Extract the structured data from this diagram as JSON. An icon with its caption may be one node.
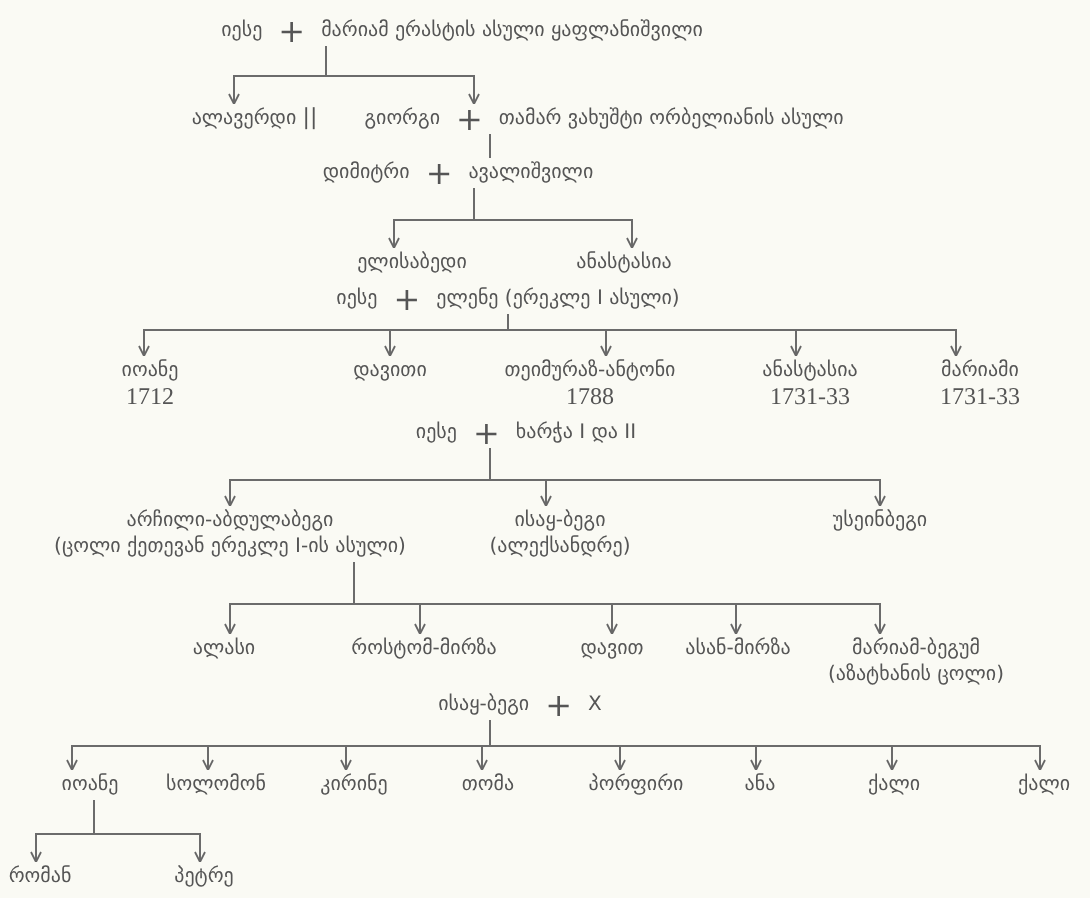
{
  "diagram": {
    "nodes": [
      {
        "text": [
          "იესე",
          "+",
          "მარიამ ერასტის ასული ყაფლანიშვილი"
        ]
      },
      {
        "text": [
          "ალავერდი"
        ]
      },
      {
        "text": [
          "გიორგი",
          "+",
          "თამარ ვახუშტი ორბელიანის ასული"
        ]
      },
      {
        "text": [
          "დიმიტრი",
          "+",
          "ავალიშვილი"
        ]
      },
      {
        "text": [
          "ელისაბედი"
        ]
      },
      {
        "text": [
          "ანასტასია"
        ]
      },
      {
        "text": [
          "იესე",
          "+",
          "ელენე (ერეკლე I ასული)"
        ]
      },
      {
        "text": [
          "იოანე",
          "1712"
        ]
      },
      {
        "text": [
          "დავითი"
        ]
      },
      {
        "text": [
          "თეიმურაზ-ანტონი",
          "1788"
        ]
      },
      {
        "text": [
          "ანასტასია",
          "1731-33"
        ]
      },
      {
        "text": [
          "მარიამი",
          "1731-33"
        ]
      },
      {
        "text": [
          "იესე",
          "+",
          "ხარჭა I და II"
        ]
      },
      {
        "text": [
          "არჩილი-აბდულაბეგი",
          "(ცოლი ქეთევან ერეკლე I-ის ასული)"
        ]
      },
      {
        "text": [
          "ისაყ-ბეგი",
          "(ალექსანდრე)"
        ]
      },
      {
        "text": [
          "უსეინბეგი"
        ]
      },
      {
        "text": [
          "ალასი"
        ]
      },
      {
        "text": [
          "როსტომ-მირზა"
        ]
      },
      {
        "text": [
          "დავით"
        ]
      },
      {
        "text": [
          "ასან-მირზა"
        ]
      },
      {
        "text": [
          "მარიამ-ბეგუმ",
          "(აზატხანის ცოლი)"
        ]
      },
      {
        "text": [
          "ისაყ-ბეგი",
          "+",
          "X"
        ]
      },
      {
        "text": [
          "იოანე"
        ]
      },
      {
        "text": [
          "სოლომონ"
        ]
      },
      {
        "text": [
          "კირინე"
        ]
      },
      {
        "text": [
          "თომა"
        ]
      },
      {
        "text": [
          "პორფირი"
        ]
      },
      {
        "text": [
          "ანა"
        ]
      },
      {
        "text": [
          "ქალი"
        ]
      },
      {
        "text": [
          "ქალი"
        ]
      },
      {
        "text": [
          "რომან"
        ]
      },
      {
        "text": [
          "პეტრე"
        ]
      }
    ],
    "edges": [
      {
        "from": 0,
        "to": 1,
        "arrow": "to"
      },
      {
        "from": 0,
        "to": 2,
        "arrow": "to"
      },
      {
        "from": 2,
        "to": 3,
        "arrow": "none"
      },
      {
        "from": 3,
        "to": 4,
        "arrow": "to"
      },
      {
        "from": 3,
        "to": 5,
        "arrow": "to"
      },
      {
        "from": 6,
        "to": 7,
        "arrow": "to"
      },
      {
        "from": 6,
        "to": 8,
        "arrow": "to"
      },
      {
        "from": 6,
        "to": 9,
        "arrow": "to"
      },
      {
        "from": 6,
        "to": 10,
        "arrow": "to"
      },
      {
        "from": 6,
        "to": 11,
        "arrow": "to"
      },
      {
        "from": 12,
        "to": 13,
        "arrow": "to"
      },
      {
        "from": 12,
        "to": 14,
        "arrow": "to"
      },
      {
        "from": 12,
        "to": 15,
        "arrow": "to"
      },
      {
        "from": 13,
        "to": 16,
        "arrow": "to"
      },
      {
        "from": 13,
        "to": 17,
        "arrow": "to"
      },
      {
        "from": 13,
        "to": 18,
        "arrow": "to"
      },
      {
        "from": 13,
        "to": 19,
        "arrow": "to"
      },
      {
        "from": 13,
        "to": 20,
        "arrow": "to"
      },
      {
        "from": 21,
        "to": 22,
        "arrow": "to"
      },
      {
        "from": 21,
        "to": 23,
        "arrow": "to"
      },
      {
        "from": 21,
        "to": 24,
        "arrow": "to"
      },
      {
        "from": 21,
        "to": 25,
        "arrow": "to"
      },
      {
        "from": 21,
        "to": 26,
        "arrow": "to"
      },
      {
        "from": 21,
        "to": 27,
        "arrow": "to"
      },
      {
        "from": 21,
        "to": 28,
        "arrow": "to"
      },
      {
        "from": 21,
        "to": 29,
        "arrow": "to"
      },
      {
        "from": 22,
        "to": 30,
        "arrow": "to"
      },
      {
        "from": 22,
        "to": 31,
        "arrow": "to"
      }
    ],
    "labels": [
      "||"
    ]
  }
}
